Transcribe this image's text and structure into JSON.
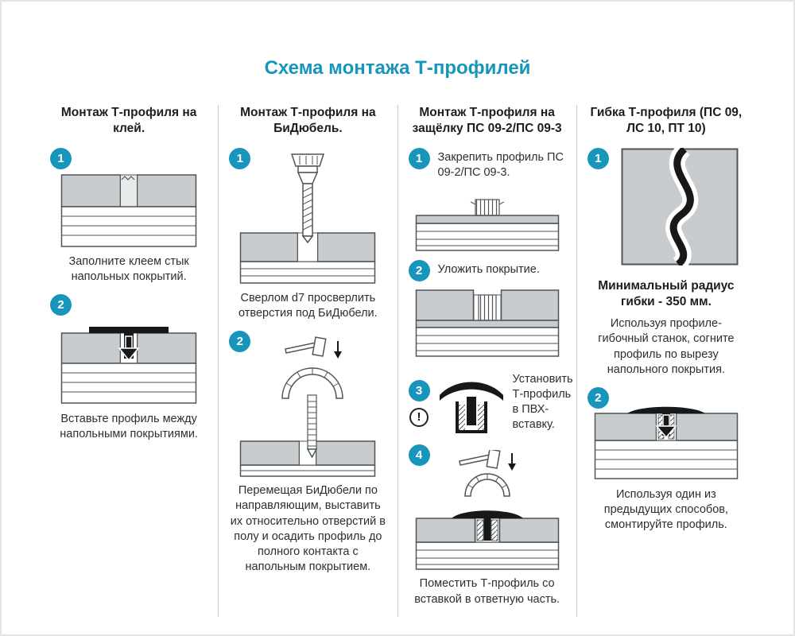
{
  "title": "Схема монтажа Т-профилей",
  "colors": {
    "accent": "#1795bb",
    "text": "#2e2e2e",
    "divider": "#c9c9c9",
    "illustration_fill": "#c8ccce",
    "outline": "#4f5558",
    "profile_black": "#161819"
  },
  "warning_glyph": "!",
  "columns": [
    {
      "heading": "Монтаж Т-профиля на клей.",
      "steps": [
        {
          "number": "1",
          "caption": "Заполните клеем стык напольных покрытий."
        },
        {
          "number": "2",
          "caption": "Вставьте профиль между напольными покрытиями."
        }
      ]
    },
    {
      "heading": "Монтаж Т-профиля на БиДюбель.",
      "steps": [
        {
          "number": "1",
          "caption": "Сверлом d7 просверлить отверстия под БиДюбели."
        },
        {
          "number": "2",
          "caption": "Перемещая БиДюбели по направляющим, выставить их относительно отверстий в полу и осадить профиль до полного контакта с напольным покрытием."
        }
      ]
    },
    {
      "heading": "Монтаж Т-профиля на защёлку ПС 09-2/ПС 09-3",
      "steps": [
        {
          "number": "1",
          "caption": "Закрепить профиль ПС 09-2/ПС 09-3."
        },
        {
          "number": "2",
          "caption": "Уложить покрытие."
        },
        {
          "number": "3",
          "caption": "Установить Т-профиль в ПВХ-вставку."
        },
        {
          "number": "4",
          "caption": "Поместить Т-профиль со вставкой в ответную часть."
        }
      ]
    },
    {
      "heading": "Гибка Т-профиля (ПС 09, ЛС 10, ПТ 10)",
      "note": "Минимальный радиус гибки - 350 мм.",
      "steps": [
        {
          "number": "1",
          "caption": "Используя профиле-гибочный станок, согните профиль по вырезу напольного покрытия."
        },
        {
          "number": "2",
          "caption": "Используя один из предыдущих способов, смонтируйте профиль."
        }
      ]
    }
  ]
}
